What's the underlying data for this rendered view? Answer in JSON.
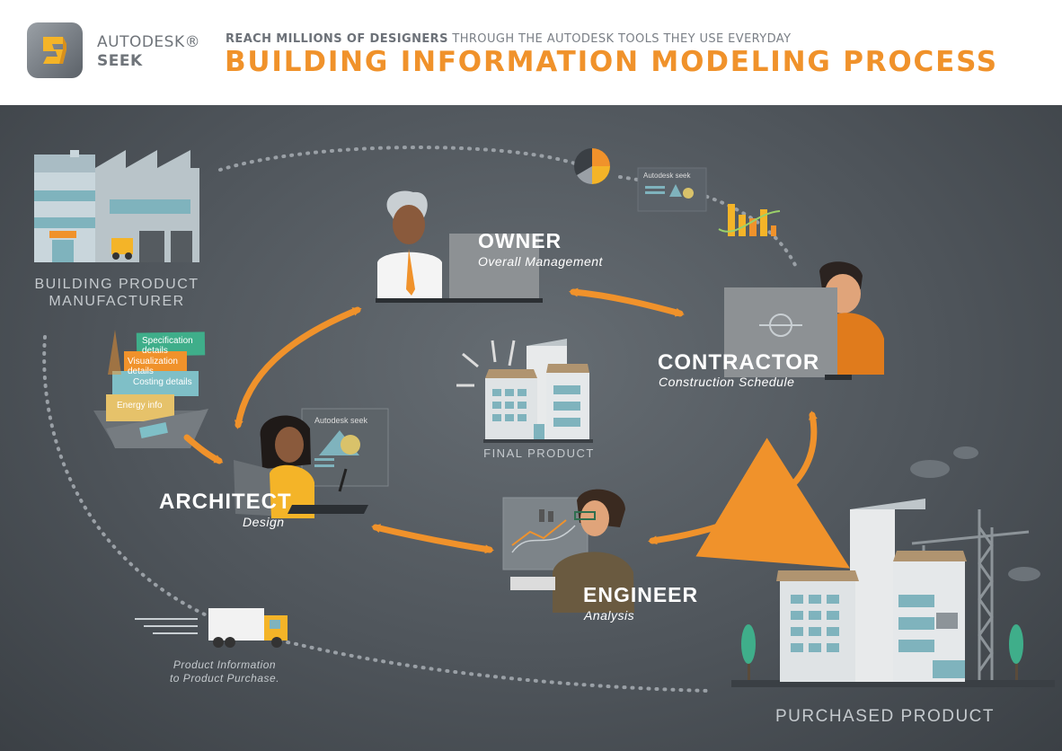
{
  "header": {
    "brand_line1": "AUTODESK®",
    "brand_line2": "SEEK",
    "tagline_bold": "REACH MILLIONS OF DESIGNERS",
    "tagline_rest": " THROUGH THE AUTODESK TOOLS THEY USE EVERYDAY",
    "title": "BUILDING INFORMATION MODELING PROCESS"
  },
  "nodes": {
    "manufacturer": "BUILDING PRODUCT\nMANUFACTURER",
    "owner": {
      "title": "OWNER",
      "subtitle": "Overall Management"
    },
    "contractor": {
      "title": "CONTRACTOR",
      "subtitle": "Construction Schedule"
    },
    "architect": {
      "title": "ARCHITECT",
      "subtitle": "Design"
    },
    "engineer": {
      "title": "ENGINEER",
      "subtitle": "Analysis"
    },
    "final_product": "FINAL PRODUCT",
    "purchased_product": "PURCHASED PRODUCT"
  },
  "cards": {
    "specification": "Specification details",
    "visualization": "Visualization details",
    "costing": "Costing details",
    "energy": "Energy info"
  },
  "screens": {
    "autodesk_seek_1": "Autodesk seek",
    "autodesk_seek_2": "Autodesk seek"
  },
  "truck_caption": "Product Information\nto Product Purchase.",
  "colors": {
    "accent": "#f0922b",
    "background": "#52585e",
    "text_gray": "#c5cace"
  },
  "icons": [
    "autodesk-seek-logo-icon",
    "factory-icon",
    "pie-chart-icon",
    "bar-chart-icon",
    "truck-icon",
    "building-icon",
    "crane-icon",
    "tree-icon",
    "cloud-icon"
  ]
}
